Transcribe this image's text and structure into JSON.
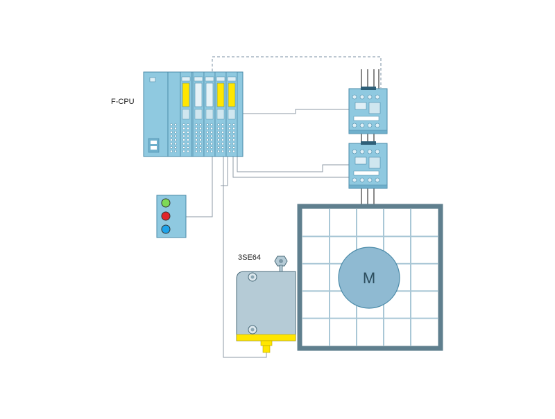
{
  "labels": {
    "fcpu": "F-CPU",
    "switch": "3SE64",
    "motor": "M"
  },
  "colors": {
    "device_fill": "#8fc9e0",
    "device_stroke": "#4a8aa8",
    "module_yellow": "#ffe600",
    "wire": "#8c9aa6",
    "dashed_wire": "#7a8fa3",
    "guard_frame": "#5f7f8e",
    "guard_mesh": "#a9c7d6",
    "motor_fill": "#8fbad2",
    "switch_fill": "#b5cbd6",
    "switch_yellow": "#ffe600",
    "button_green": "#7ed957",
    "button_red": "#e0262b",
    "button_blue": "#1ea3ea"
  },
  "icons": {
    "pushbutton_box": [
      "green-pushbutton-icon",
      "red-pushbutton-icon",
      "blue-pushbutton-icon"
    ],
    "contactors": [
      "contactor-1-icon",
      "contactor-2-icon"
    ],
    "switch": "safety-switch-icon",
    "motor": "motor-icon"
  }
}
